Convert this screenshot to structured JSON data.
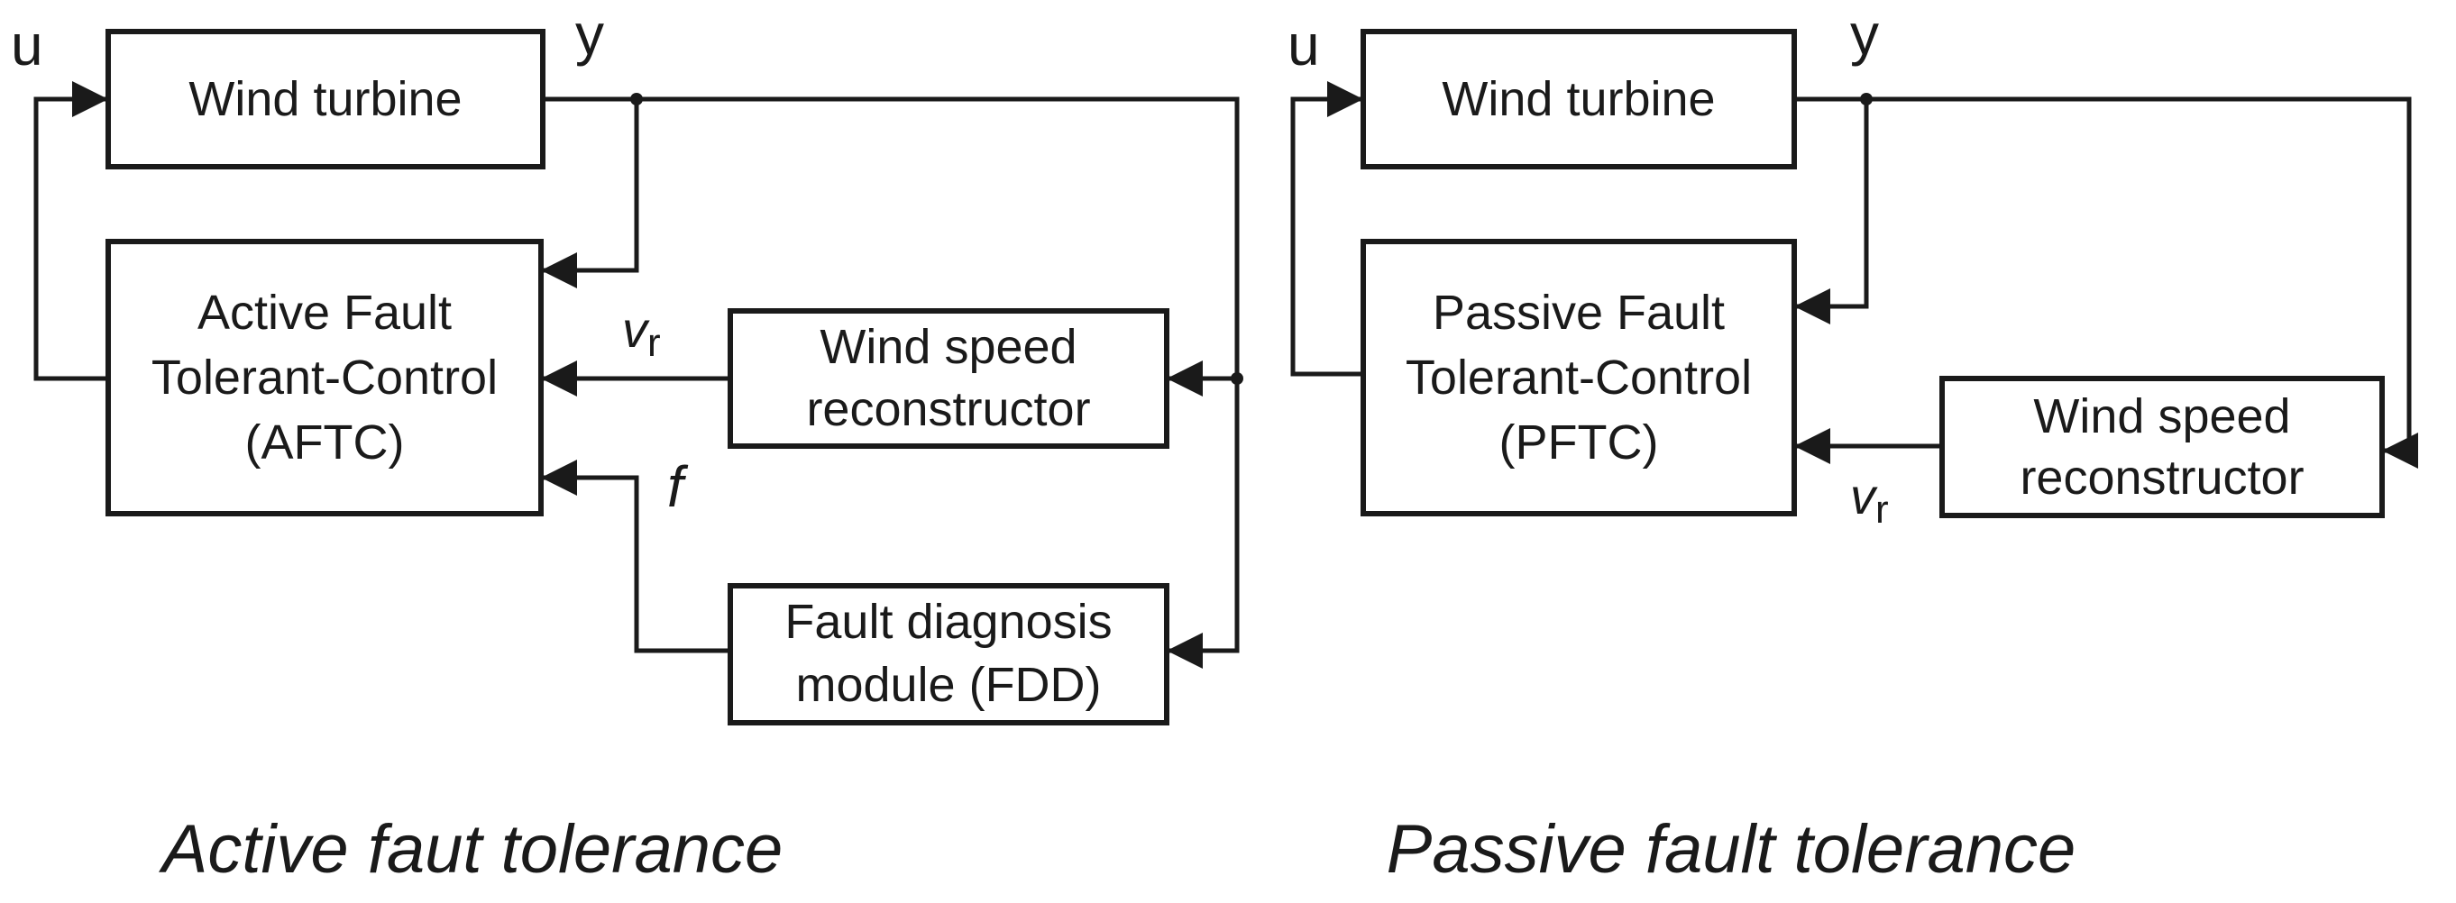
{
  "active": {
    "signal_u": "u",
    "signal_y": "y",
    "plant": "Wind turbine",
    "controller": [
      "Active Fault",
      "Tolerant-Control",
      "(AFTC)"
    ],
    "reconstructor": [
      "Wind speed",
      "reconstructor"
    ],
    "fdd": [
      "Fault diagnosis",
      "module (FDD)"
    ],
    "vr_main": "v",
    "vr_sub": "r",
    "fault_signal": "f",
    "caption": "Active faut tolerance"
  },
  "passive": {
    "signal_u": "u",
    "signal_y": "y",
    "plant": "Wind turbine",
    "controller": [
      "Passive Fault",
      "Tolerant-Control",
      "(PFTC)"
    ],
    "reconstructor": [
      "Wind speed",
      "reconstructor"
    ],
    "vr_main": "v",
    "vr_sub": "r",
    "caption": "Passive fault tolerance"
  },
  "colors": {
    "ink": "#1a1a1a",
    "background": "#ffffff"
  }
}
